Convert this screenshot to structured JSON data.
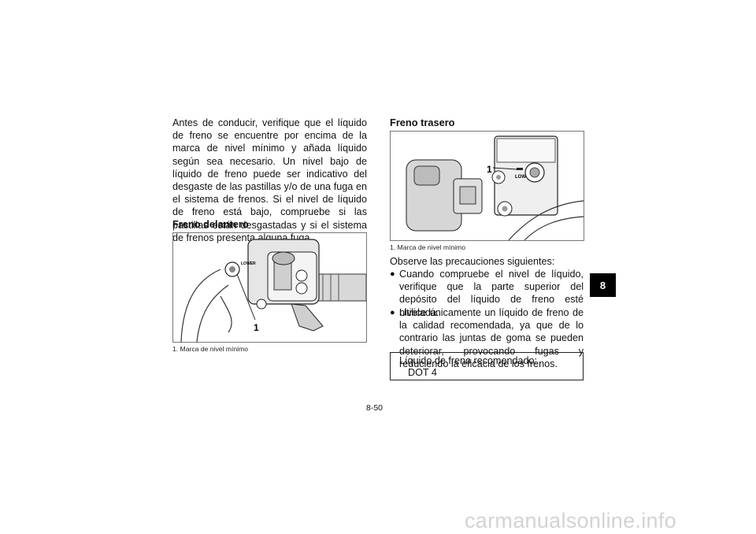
{
  "left_column": {
    "intro_paragraph": "Antes de conducir, verifique que el líquido de freno se encuentre por encima de la marca de nivel mínimo y añada líquido según sea necesario. Un nivel bajo de líquido de freno puede ser indicativo del desgaste de las pastillas y/o de una fuga en el sistema de frenos. Si el nivel de líquido de freno está bajo, compruebe si las pastillas están desgastadas y si el sistema de frenos presenta alguna fuga.",
    "front_brake_heading": "Freno delantero",
    "front_figure": {
      "callout_number": "1",
      "lower_mark": "LOWER",
      "caption": "1. Marca de nivel mínimo"
    }
  },
  "right_column": {
    "rear_brake_heading": "Freno trasero",
    "rear_figure": {
      "callout_number": "1",
      "low_mark": "LOW",
      "caption": "1. Marca de nivel mínimo"
    },
    "precautions_intro": "Observe las precauciones siguientes:",
    "bullets": [
      "Cuando compruebe el nivel de líquido, verifique que la parte superior del depósito del líquido de freno esté nivelada.",
      "Utilice únicamente un líquido de freno de la calidad recomendada, ya que de lo contrario las juntas de goma se pueden deteriorar, provocando fugas y reduciendo la eficacia de los frenos."
    ],
    "spec_box": {
      "label": "Líquido de freno recomendado:",
      "value": "DOT 4"
    }
  },
  "chapter_tab": "8",
  "page_number": "8-50",
  "watermark": "carmanualsonline.info"
}
